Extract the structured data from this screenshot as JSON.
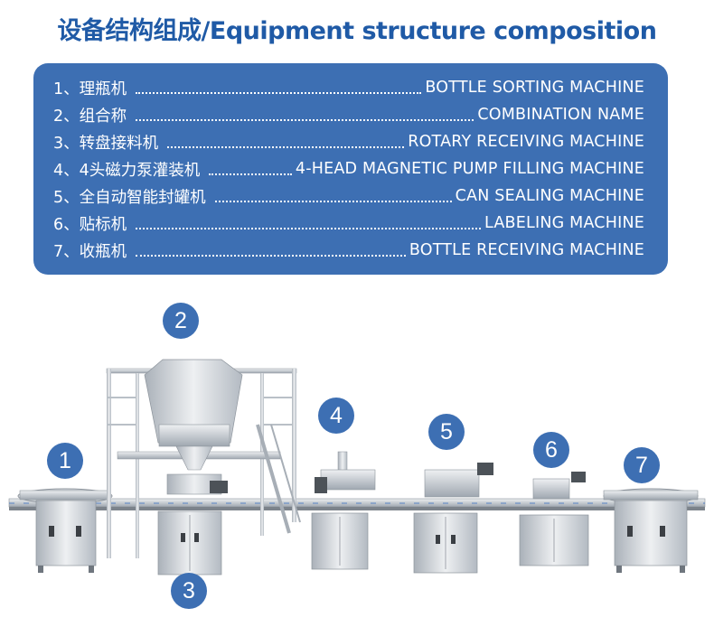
{
  "header": {
    "title": "设备结构组成/Equipment structure composition"
  },
  "components": [
    {
      "index": "1、",
      "cn": "理瓶机",
      "en": "BOTTLE SORTING MACHINE"
    },
    {
      "index": "2、",
      "cn": "组合称",
      "en": "COMBINATION NAME"
    },
    {
      "index": "3、",
      "cn": "转盘接料机",
      "en": "ROTARY RECEIVING MACHINE"
    },
    {
      "index": "4、",
      "cn": "4头磁力泵灌装机",
      "en": "4-HEAD MAGNETIC PUMP FILLING MACHINE"
    },
    {
      "index": "5、",
      "cn": "全自动智能封罐机",
      "en": "CAN SEALING MACHINE"
    },
    {
      "index": "6、",
      "cn": "贴标机",
      "en": "LABELING MACHINE"
    },
    {
      "index": "7、",
      "cn": "收瓶机",
      "en": "BOTTLE RECEIVING MACHINE"
    }
  ],
  "markers": [
    "1",
    "2",
    "3",
    "4",
    "5",
    "6",
    "7"
  ],
  "colors": {
    "title": "#1f5aa6",
    "panel": "#3d6fb3",
    "marker": "#3d6fb3",
    "steel": "#c9ced4"
  }
}
